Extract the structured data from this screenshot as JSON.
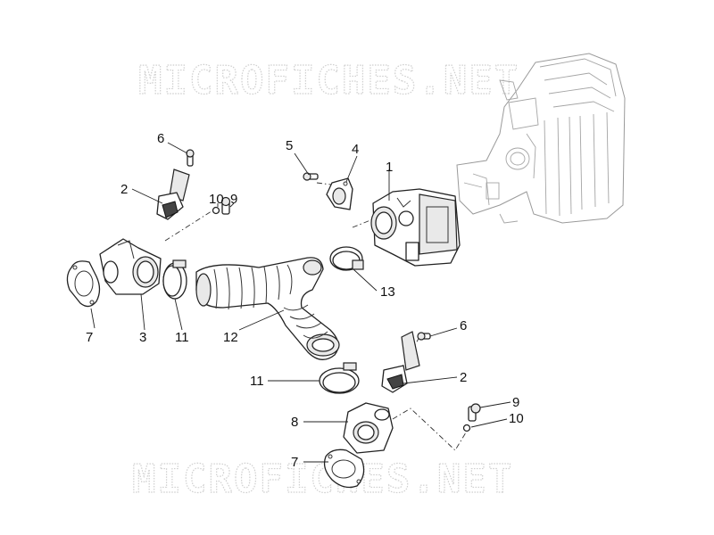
{
  "watermark": {
    "text": "MICROFICHES.NET"
  },
  "callouts": [
    {
      "id": "c1",
      "label": "1"
    },
    {
      "id": "c2a",
      "label": "2"
    },
    {
      "id": "c2b",
      "label": "2"
    },
    {
      "id": "c3",
      "label": "3"
    },
    {
      "id": "c4",
      "label": "4"
    },
    {
      "id": "c5",
      "label": "5"
    },
    {
      "id": "c6a",
      "label": "6"
    },
    {
      "id": "c6b",
      "label": "6"
    },
    {
      "id": "c7a",
      "label": "7"
    },
    {
      "id": "c7b",
      "label": "7"
    },
    {
      "id": "c8",
      "label": "8"
    },
    {
      "id": "c9a",
      "label": "9"
    },
    {
      "id": "c9b",
      "label": "9"
    },
    {
      "id": "c10a",
      "label": "10"
    },
    {
      "id": "c10b",
      "label": "10"
    },
    {
      "id": "c11a",
      "label": "11"
    },
    {
      "id": "c11b",
      "label": "11"
    },
    {
      "id": "c12",
      "label": "12"
    },
    {
      "id": "c13",
      "label": "13"
    }
  ]
}
